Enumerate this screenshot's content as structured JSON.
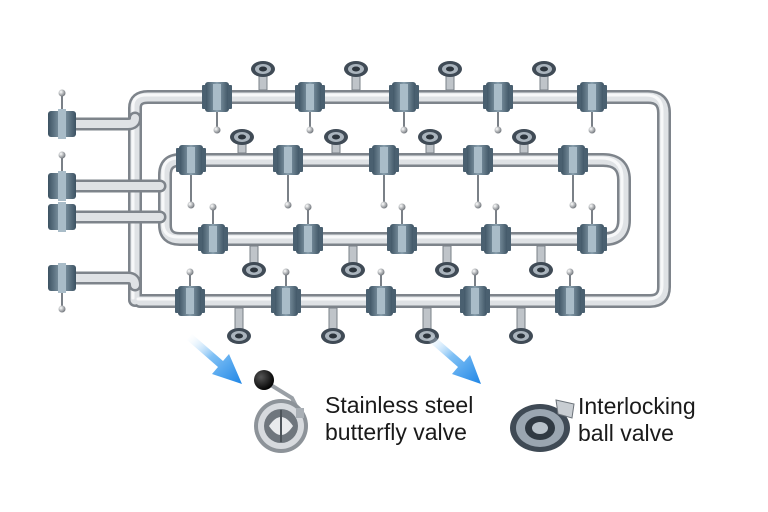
{
  "callouts": {
    "butterfly_valve": {
      "line1": "Stainless steel",
      "line2": "butterfly valve"
    },
    "ball_valve": {
      "line1": "Interlocking",
      "line2": "ball valve"
    }
  },
  "icons": {
    "butterfly_valve": "butterfly-valve-icon",
    "ball_valve": "ball-valve-icon",
    "arrow": "arrow-icon"
  },
  "colors": {
    "pipe": "#c9cdd2",
    "valve_body": "#5b7485",
    "arrow": "#2b8fe8",
    "handle": "#111111"
  }
}
